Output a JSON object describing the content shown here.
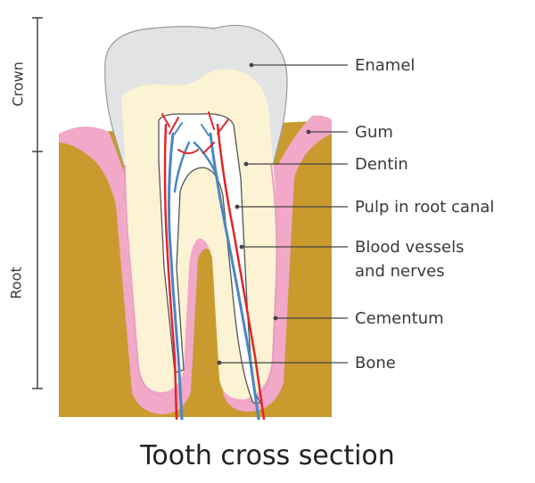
{
  "title": "Tooth cross section",
  "sections": {
    "crown": "Crown",
    "root": "Root"
  },
  "labels": {
    "enamel": "Enamel",
    "gum": "Gum",
    "dentin": "Dentin",
    "pulp": "Pulp in root canal",
    "vessels_line1": "Blood vessels",
    "vessels_line2": "and nerves",
    "cementum": "Cementum",
    "bone": "Bone"
  },
  "colors": {
    "bone": "#c99a2e",
    "gum": "#f2a8c8",
    "enamel": "#e2e4e4",
    "dentin": "#fbf3d3",
    "pulp": "#ffffff",
    "artery": "#e0262b",
    "nerve": "#4a86c4",
    "leader": "#444444"
  }
}
